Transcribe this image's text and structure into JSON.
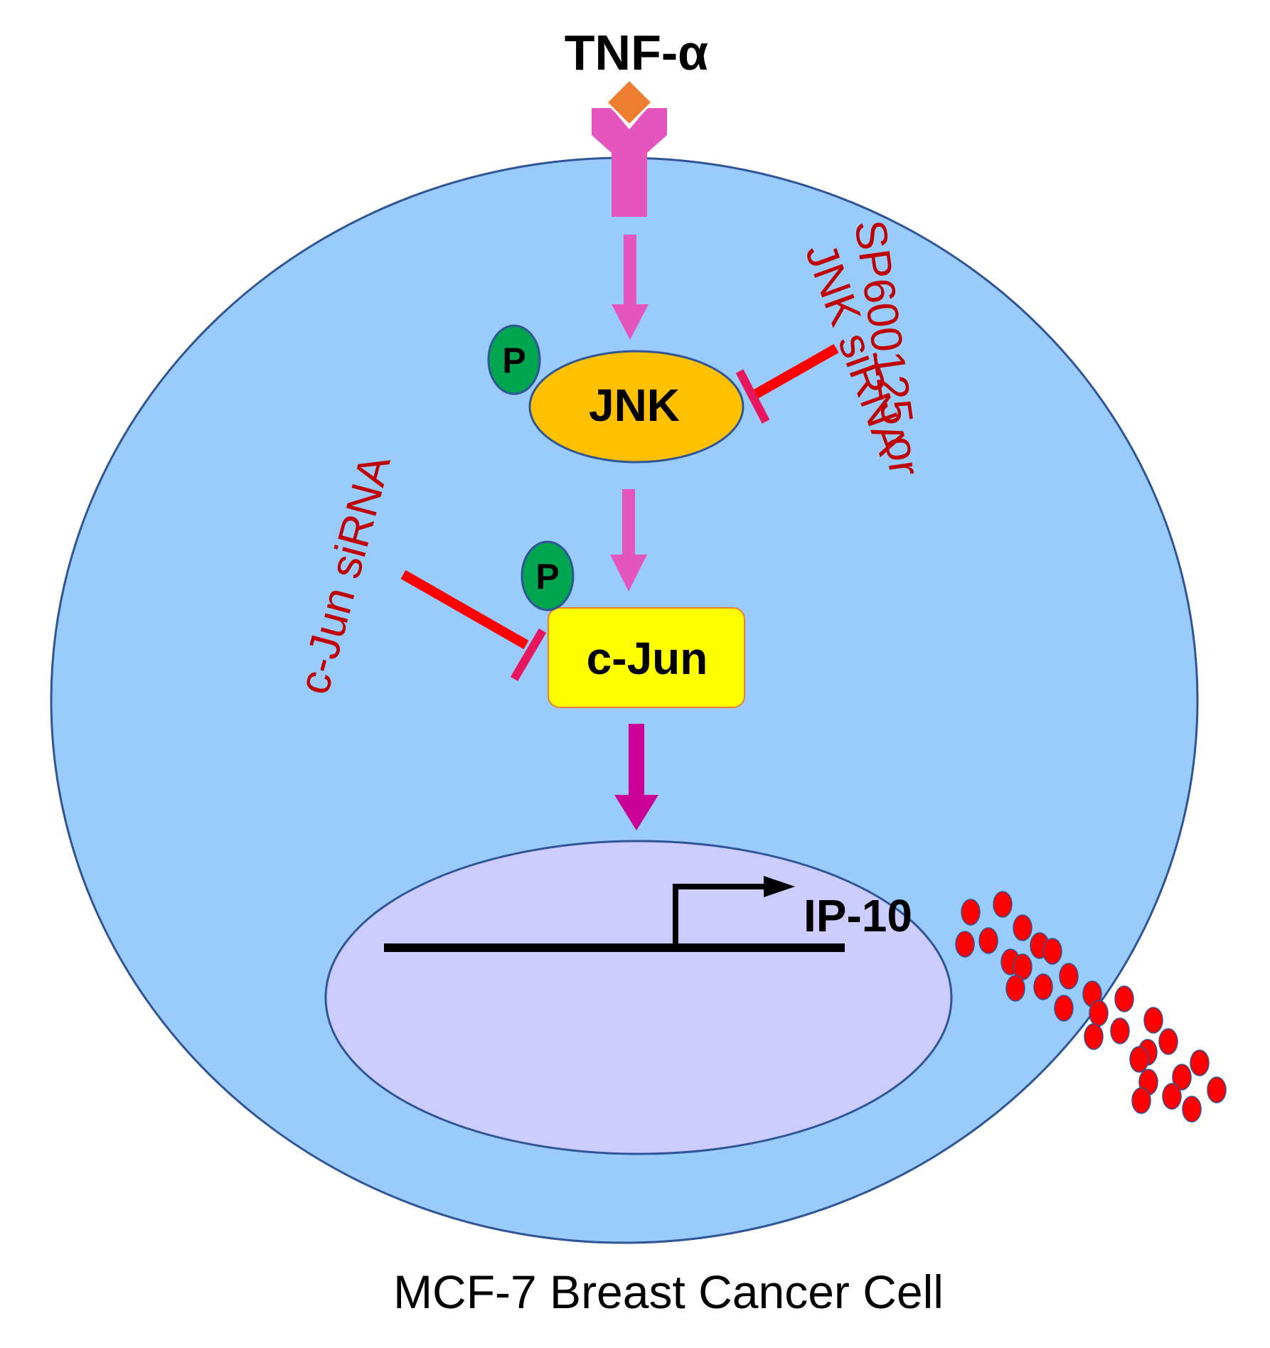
{
  "ligand": {
    "label": "TNF-α"
  },
  "kinase": {
    "label": "JNK",
    "phospho": "P"
  },
  "transcription_factor": {
    "label": "c-Jun",
    "phospho": "P"
  },
  "inhibitors": {
    "jnk": {
      "line1": "SP600125 or",
      "line2": "JNK siRNA"
    },
    "cjun": {
      "label": "c-Jun siRNA"
    }
  },
  "gene": {
    "label": "IP-10"
  },
  "cell": {
    "label": "MCF-7 Breast Cancer Cell"
  },
  "colors": {
    "cytoplasm": "#99CBFB",
    "cell_border": "#2F5597",
    "nucleus": "#CCCCFF",
    "receptor": "#E456BE",
    "ligand": "#ED7D31",
    "jnk_fill": "#FFC000",
    "cjun_fill": "#FFFF00",
    "phospho_fill": "#00A550",
    "inhibitor_red": "#FF0000",
    "inhibitor_tbar": "#E8175D",
    "inhibitor_text": "#C00000",
    "arrow_pink": "#E456BE",
    "arrow_magenta": "#CC0099",
    "secreted_dots": "#FF0000"
  }
}
